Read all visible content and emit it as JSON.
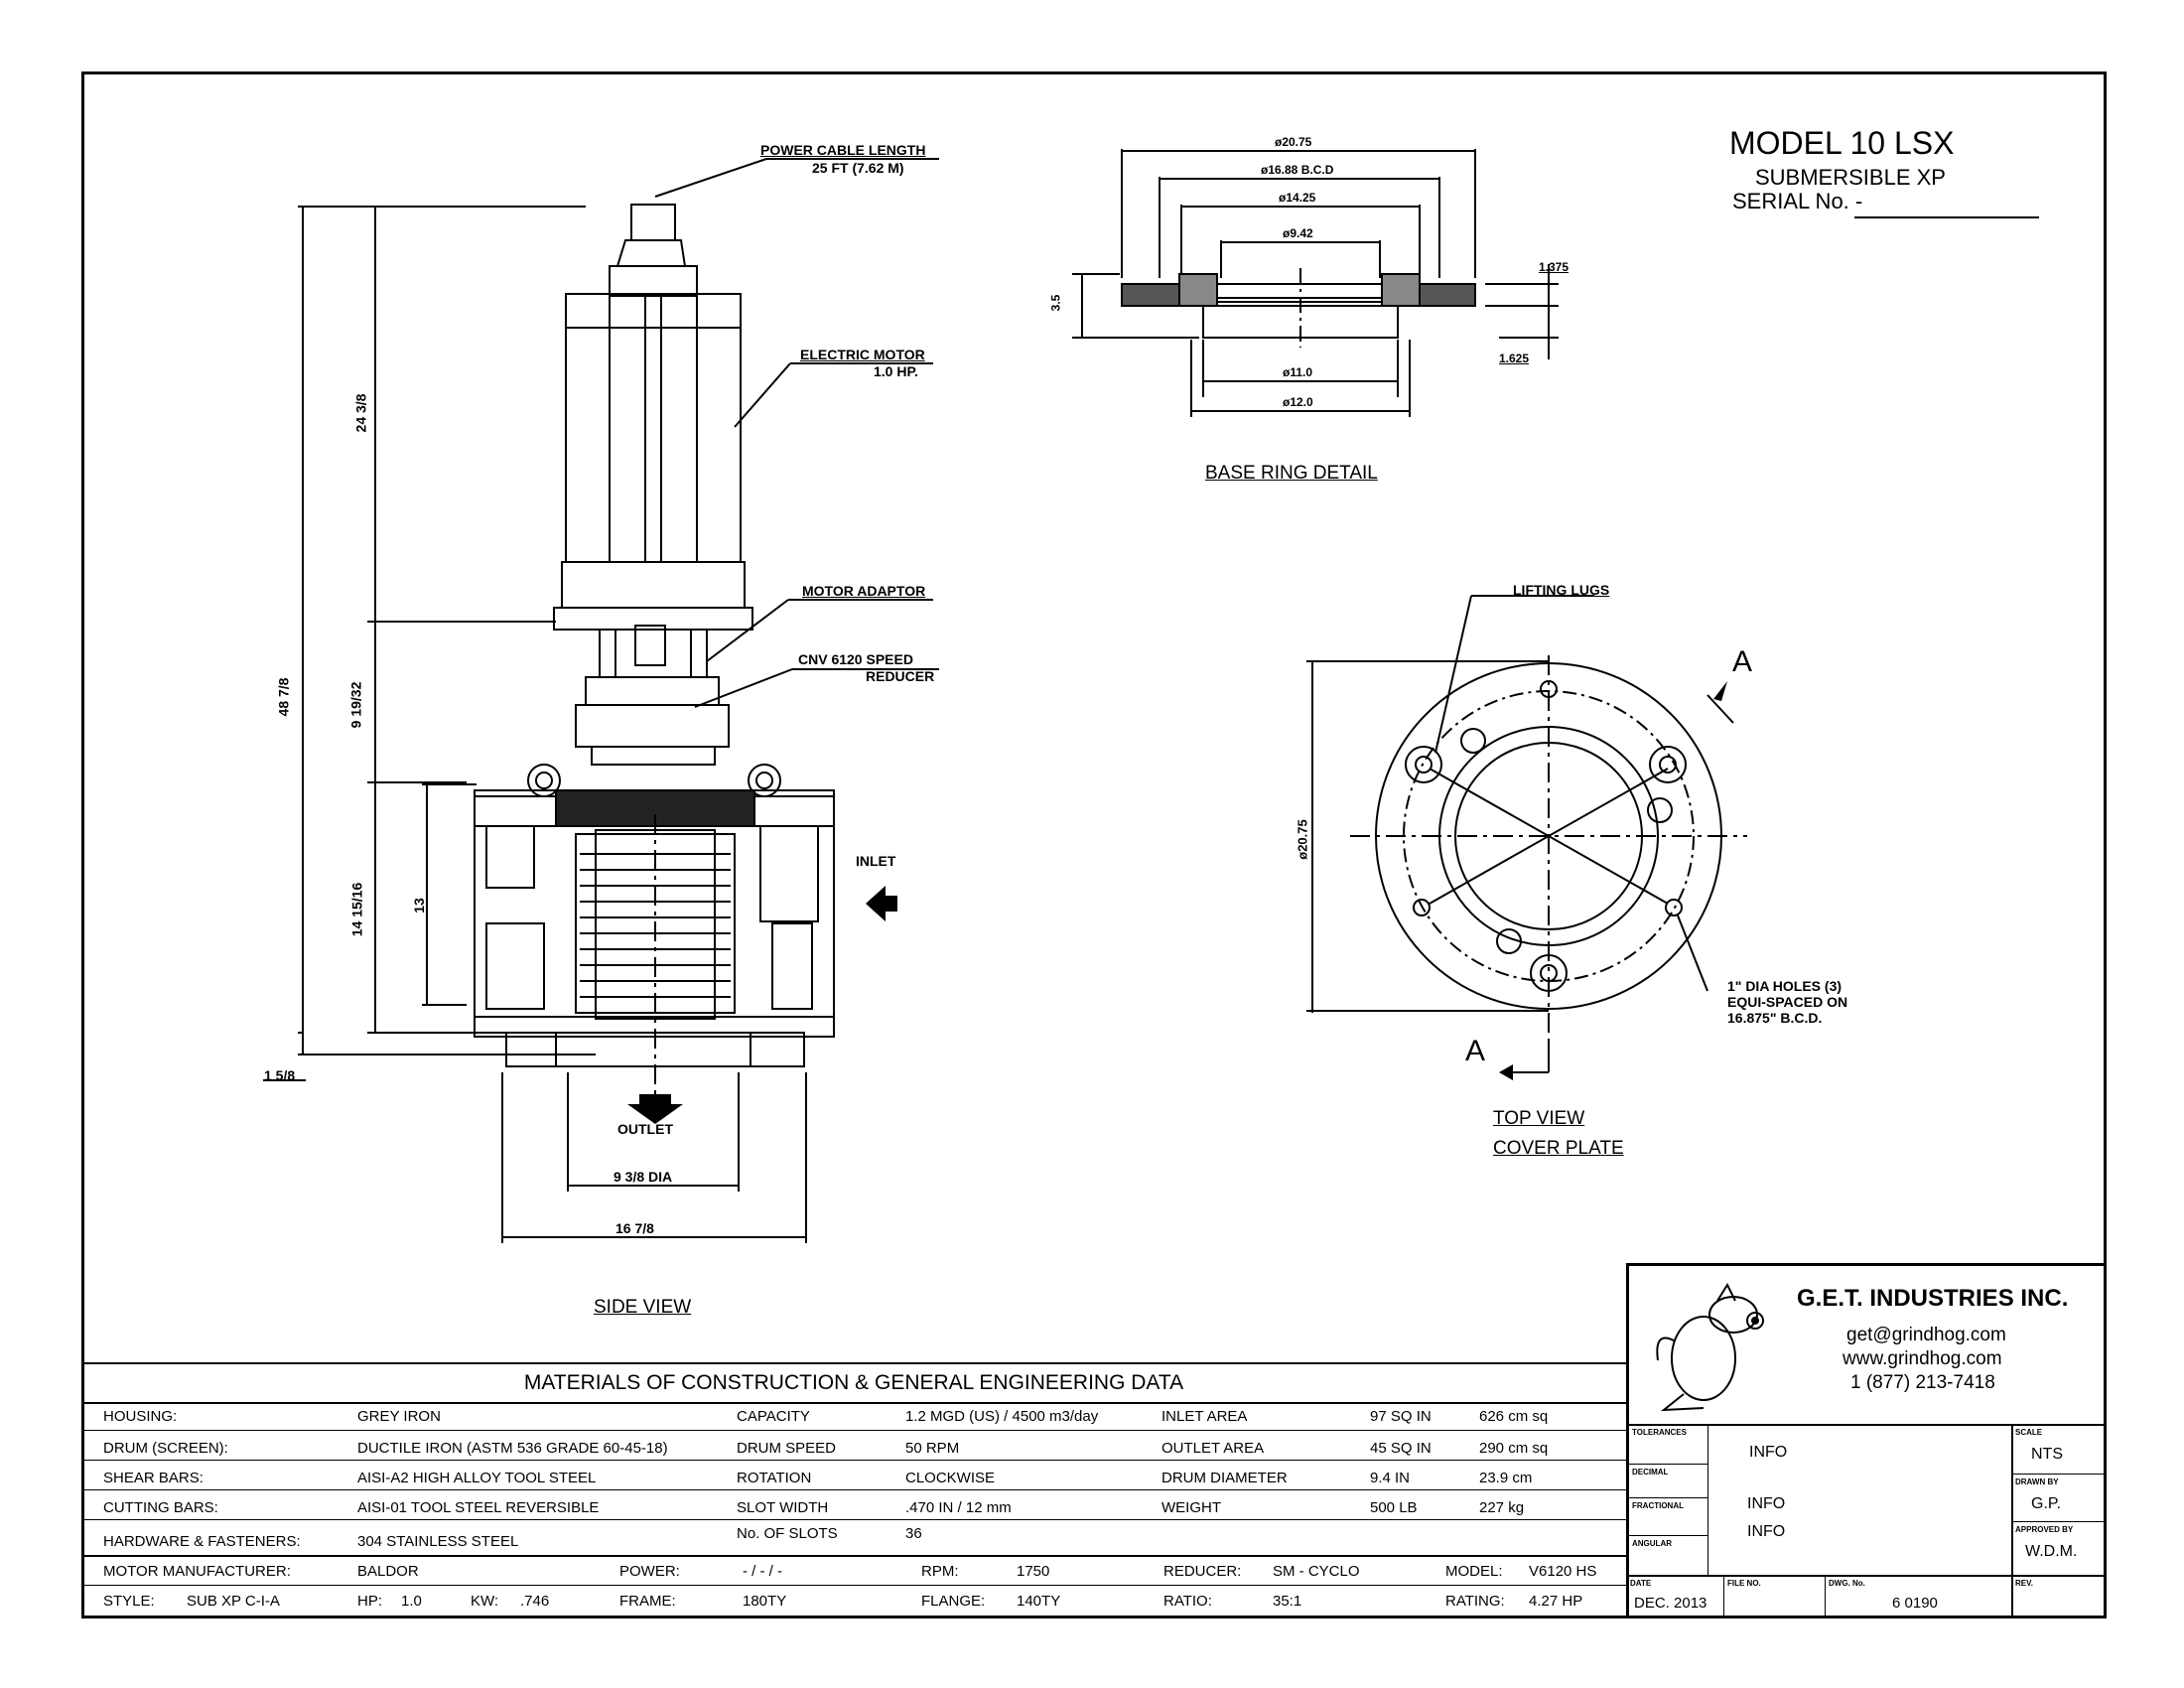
{
  "header": {
    "model": "MODEL 10 LSX",
    "subtitle": "SUBMERSIBLE XP",
    "serial_label": "SERIAL No. -"
  },
  "side_view": {
    "title": "SIDE VIEW",
    "callouts": {
      "power_cable_1": "POWER CABLE LENGTH",
      "power_cable_2": "25 FT (7.62 M)",
      "motor_1": "ELECTRIC MOTOR",
      "motor_2": "1.0 HP.",
      "adaptor": "MOTOR ADAPTOR",
      "reducer_1": "CNV 6120 SPEED",
      "reducer_2": "REDUCER",
      "inlet": "INLET",
      "outlet": "OUTLET"
    },
    "dims": {
      "overall": "48 7/8",
      "motor": "24 3/8",
      "reducer": "9 19/32",
      "body": "14 15/16",
      "housing": "13",
      "base": "1 5/8",
      "outlet_dia": "9 3/8 DIA",
      "width": "16 7/8"
    }
  },
  "base_ring": {
    "title": "BASE RING DETAIL",
    "dims": {
      "d1": "ø20.75",
      "d2": "ø16.88 B.C.D",
      "d3": "ø14.25",
      "d4": "ø9.42",
      "d5": "ø11.0",
      "d6": "ø12.0",
      "h": "3.5",
      "t1": "1.375",
      "t2": "1.625"
    }
  },
  "top_view": {
    "title_1": "TOP VIEW",
    "title_2": "COVER PLATE",
    "lifting_lugs": "LIFTING LUGS",
    "section_a": "A",
    "dia": "ø20.75",
    "holes_1": "1\" DIA HOLES (3)",
    "holes_2": "EQUI-SPACED ON",
    "holes_3": "16.875\" B.C.D."
  },
  "company": {
    "name": "G.E.T. INDUSTRIES INC.",
    "email": "get@grindhog.com",
    "web": "www.grindhog.com",
    "phone": "1 (877) 213-7418"
  },
  "title_block": {
    "tolerances_label": "TOLERANCES",
    "decimal_label": "DECIMAL",
    "fractional_label": "FRACTIONAL",
    "angular_label": "ANGULAR",
    "info1": "INFO",
    "info2": "INFO",
    "info3": "INFO",
    "scale_label": "SCALE",
    "scale": "NTS",
    "drawn_label": "DRAWN BY",
    "drawn": "G.P.",
    "approved_label": "APPROVED BY",
    "approved": "W.D.M.",
    "date_label": "DATE",
    "date": "DEC. 2013",
    "file_label": "FILE NO.",
    "dwg_label": "DWG. No.",
    "dwg": "6 0190",
    "rev_label": "REV."
  },
  "materials": {
    "title": "MATERIALS OF CONSTRUCTION & GENERAL  ENGINEERING  DATA",
    "rows": [
      {
        "a": "HOUSING:",
        "b": "GREY IRON",
        "c": "CAPACITY",
        "d": "1.2 MGD (US)  / 4500 m3/day",
        "e": "INLET  AREA",
        "f": "97 SQ IN",
        "g": "626 cm sq"
      },
      {
        "a": "DRUM (SCREEN):",
        "b": "DUCTILE IRON (ASTM 536 GRADE 60-45-18)",
        "c": "DRUM  SPEED",
        "d": "50 RPM",
        "e": "OUTLET  AREA",
        "f": "45 SQ IN",
        "g": "290 cm sq"
      },
      {
        "a": "SHEAR BARS:",
        "b": "AISI-A2 HIGH ALLOY TOOL STEEL",
        "c": "ROTATION",
        "d": "CLOCKWISE",
        "e": "DRUM  DIAMETER",
        "f": "9.4 IN",
        "g": "23.9 cm"
      },
      {
        "a": "CUTTING BARS:",
        "b": "AISI-01 TOOL STEEL REVERSIBLE",
        "c": "SLOT  WIDTH",
        "d": ".470 IN /  12 mm",
        "e": "WEIGHT",
        "f": "500 LB",
        "g": "227 kg"
      },
      {
        "a": "HARDWARE & FASTENERS:",
        "b": "304 STAINLESS STEEL",
        "c": "No. OF SLOTS",
        "d": "36",
        "e": "",
        "f": "",
        "g": ""
      }
    ],
    "motor_row1": {
      "a": "MOTOR MANUFACTURER:",
      "b": "BALDOR",
      "c": "POWER:",
      "d": "- / - / -",
      "e": "RPM:",
      "f": "1750",
      "g": "REDUCER:",
      "h": "SM - CYCLO",
      "i": "MODEL:",
      "j": "V6120 HS"
    },
    "motor_row2": {
      "a": "STYLE:",
      "a2": "SUB XP C-I-A",
      "b": "HP:",
      "b2": "1.0",
      "k": "KW:",
      "k2": ".746",
      "c": "FRAME:",
      "d": "180TY",
      "e": "FLANGE:",
      "f": "140TY",
      "g": "RATIO:",
      "h": "35:1",
      "i": "RATING:",
      "j": "4.27 HP"
    }
  }
}
